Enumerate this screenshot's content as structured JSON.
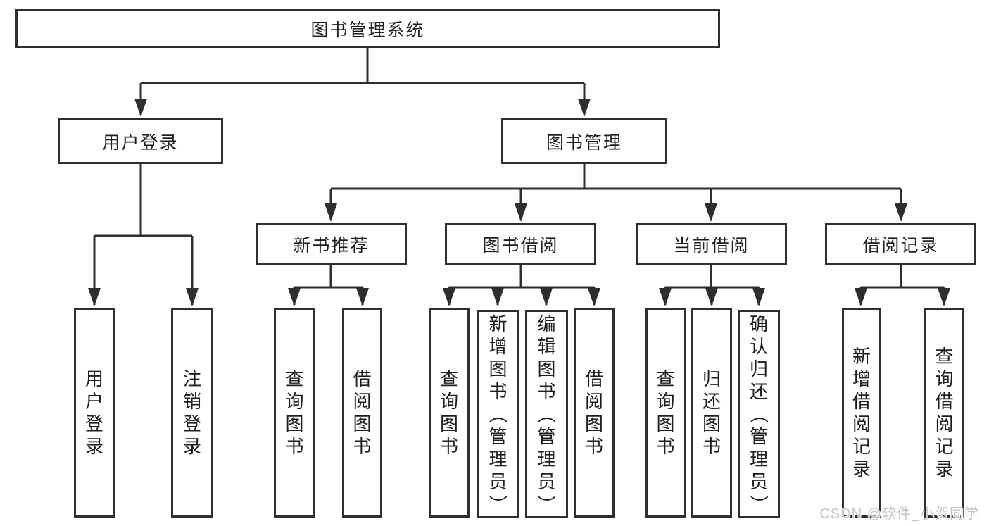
{
  "diagram": {
    "root": {
      "label": "图书管理系统"
    },
    "branches": [
      {
        "label": "用户登录",
        "children": [
          "用户登录",
          "注销登录"
        ]
      },
      {
        "label": "图书管理",
        "groups": [
          {
            "label": "新书推荐",
            "children": [
              "查询图书",
              "借阅图书"
            ]
          },
          {
            "label": "图书借阅",
            "children": [
              "查询图书",
              "新增图书（管理员）",
              "编辑图书（管理员）",
              "借阅图书"
            ]
          },
          {
            "label": "当前借阅",
            "children": [
              "查询图书",
              "归还图书",
              "确认归还（管理员）"
            ]
          },
          {
            "label": "借阅记录",
            "children": [
              "新增借阅记录",
              "查询借阅记录"
            ]
          }
        ]
      }
    ]
  },
  "watermark": "CSDN @软件_小贺同学",
  "colors": {
    "line": "#2e2e2e",
    "border": "#2e2e2e",
    "text": "#1e1e1e",
    "background": "#ffffff",
    "watermark": "#c3c3c3"
  }
}
